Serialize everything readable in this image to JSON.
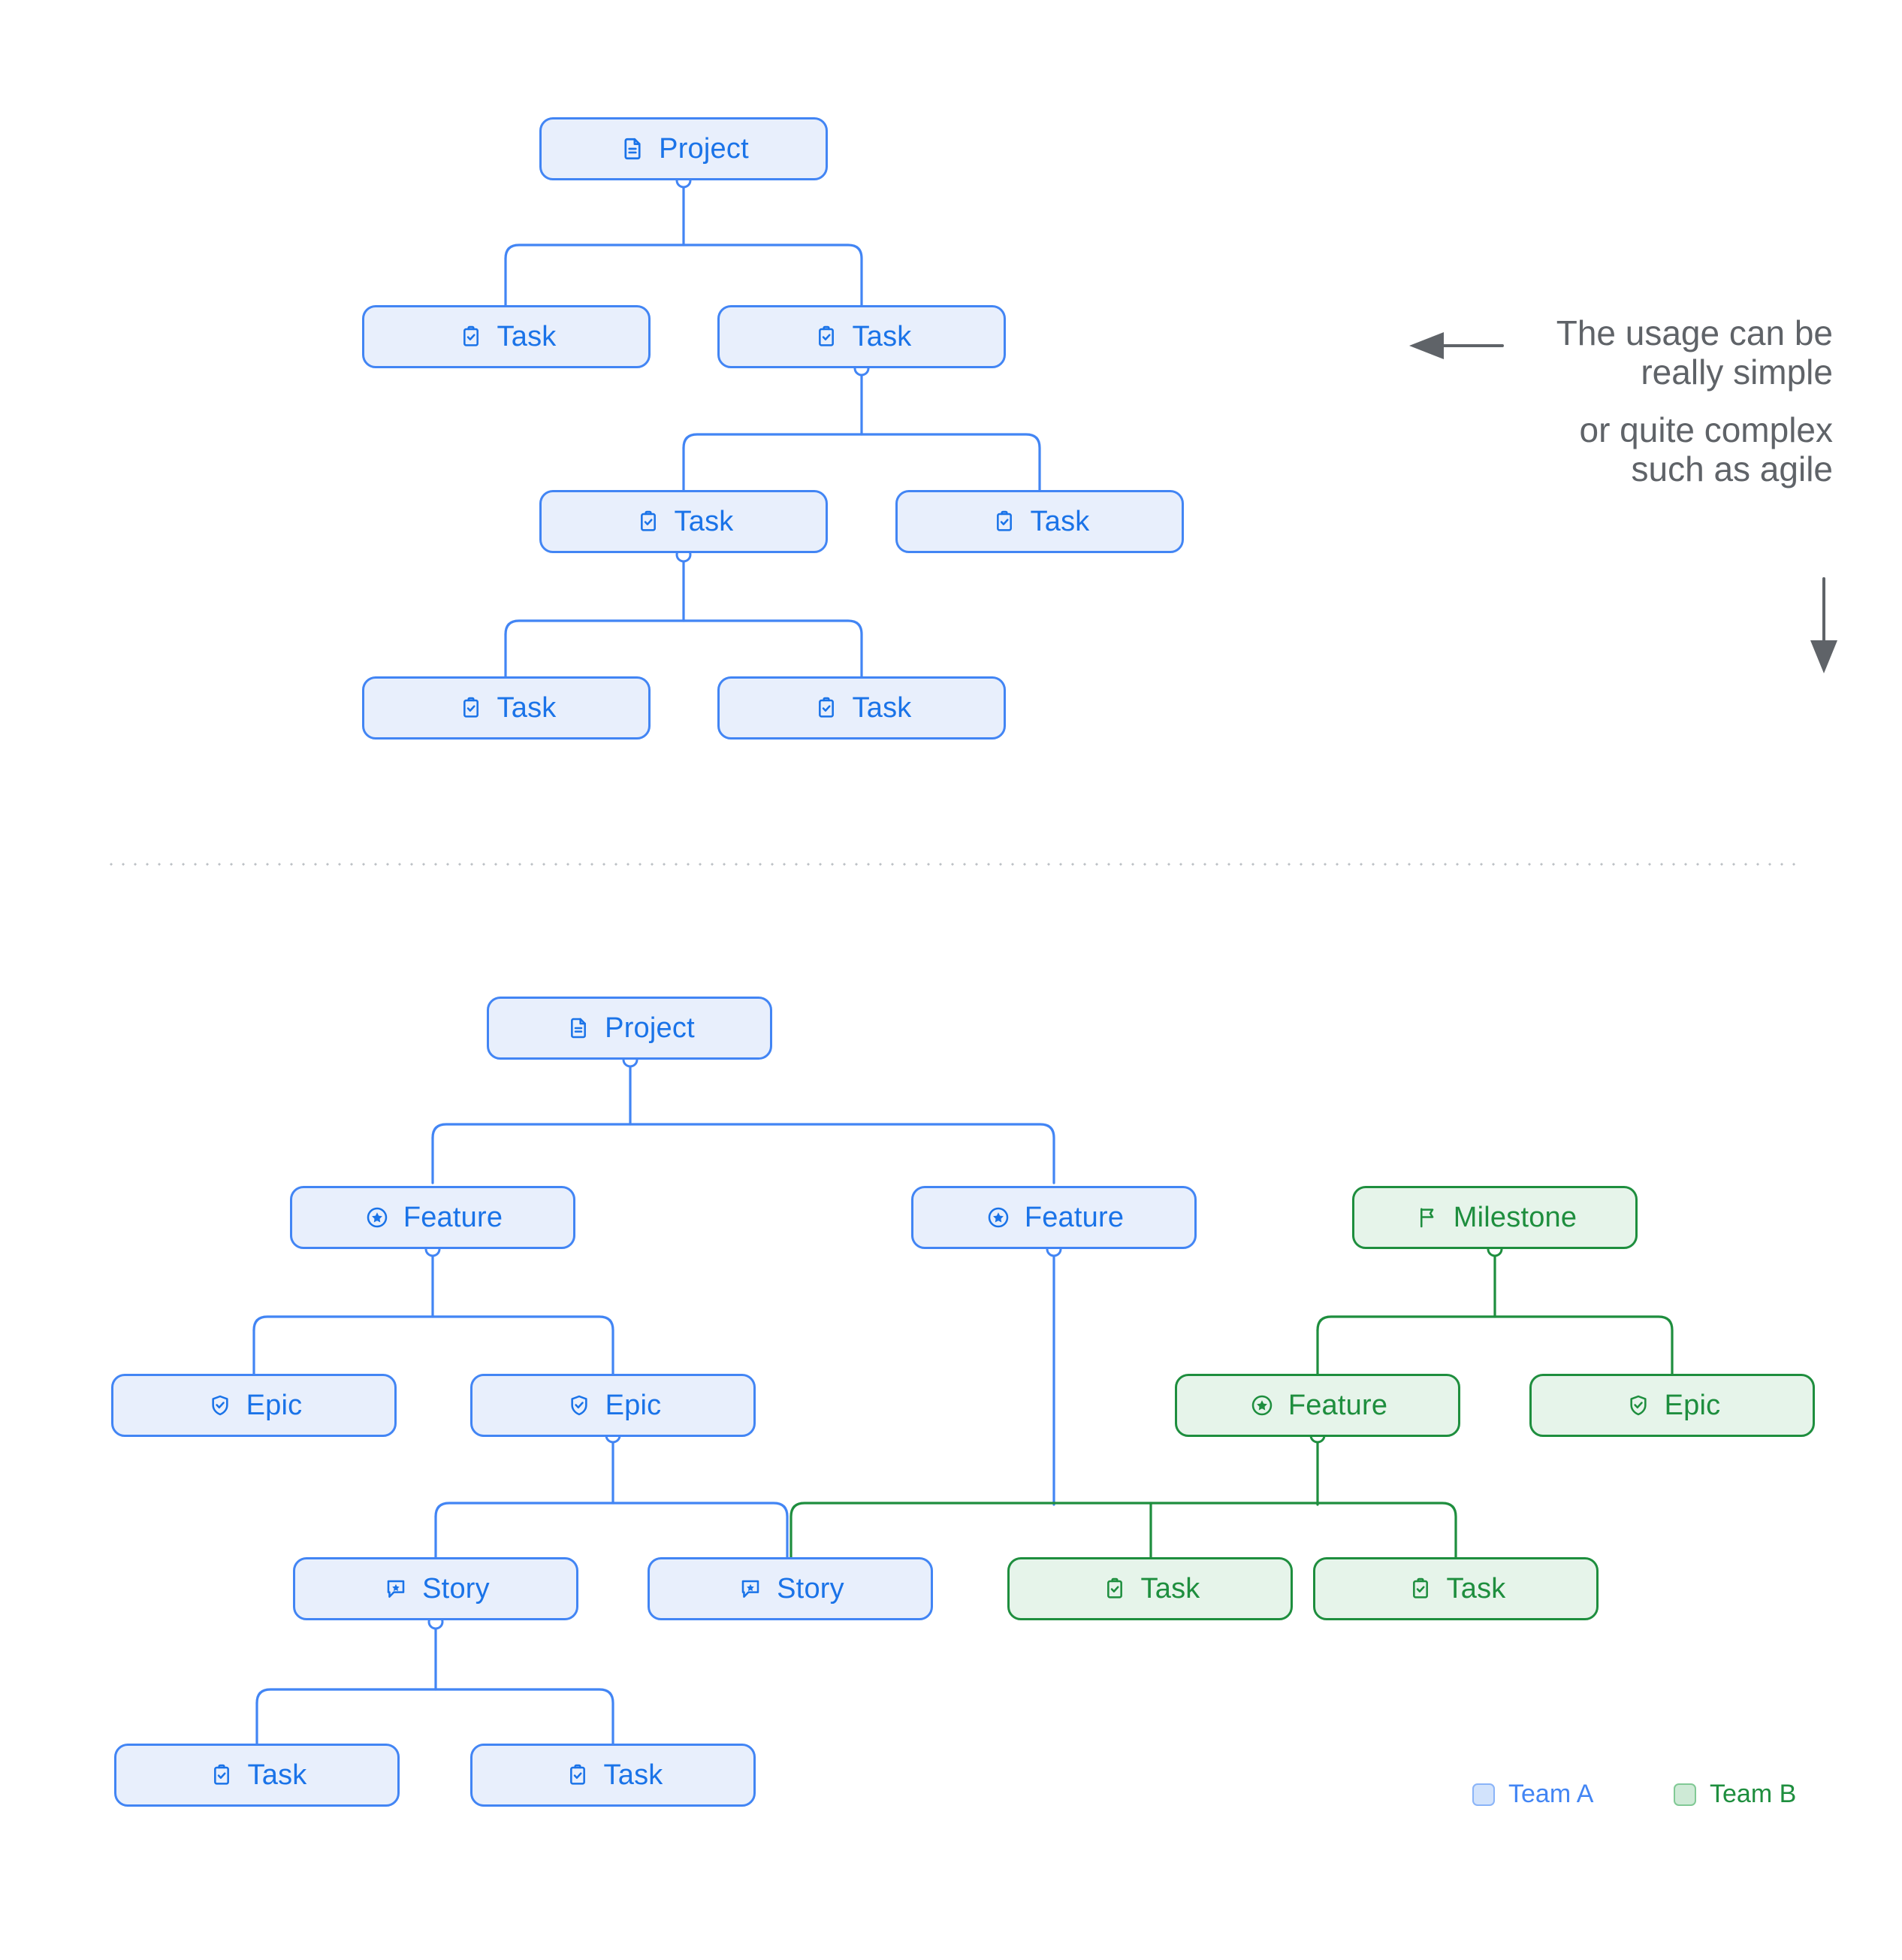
{
  "theme": {
    "blue_fill": "#e8effc",
    "blue_stroke": "#4285f4",
    "blue_text": "#1a73e8",
    "green_fill": "#e6f4ea",
    "green_stroke": "#1e8e3e",
    "green_text": "#1e8e3e",
    "annotation_text": "#5f6368",
    "divider": "#bdc1c6",
    "background": "#ffffff"
  },
  "diagram_top": {
    "nodes": [
      {
        "id": "t-project",
        "label": "Project",
        "icon": "document-icon",
        "team": "A"
      },
      {
        "id": "t-task-1",
        "label": "Task",
        "icon": "clipboard-check-icon",
        "team": "A"
      },
      {
        "id": "t-task-2",
        "label": "Task",
        "icon": "clipboard-check-icon",
        "team": "A"
      },
      {
        "id": "t-task-3",
        "label": "Task",
        "icon": "clipboard-check-icon",
        "team": "A"
      },
      {
        "id": "t-task-4",
        "label": "Task",
        "icon": "clipboard-check-icon",
        "team": "A"
      },
      {
        "id": "t-task-5",
        "label": "Task",
        "icon": "clipboard-check-icon",
        "team": "A"
      },
      {
        "id": "t-task-6",
        "label": "Task",
        "icon": "clipboard-check-icon",
        "team": "A"
      }
    ],
    "edges": [
      {
        "from": "t-project",
        "to": "t-task-1"
      },
      {
        "from": "t-project",
        "to": "t-task-2"
      },
      {
        "from": "t-task-2",
        "to": "t-task-3"
      },
      {
        "from": "t-task-2",
        "to": "t-task-4"
      },
      {
        "from": "t-task-3",
        "to": "t-task-5"
      },
      {
        "from": "t-task-3",
        "to": "t-task-6"
      }
    ]
  },
  "annotation": {
    "line_1": "The usage can be",
    "line_2": "really simple",
    "line_3": "or quite complex",
    "line_4": "such as agile",
    "left_arrow": "arrow-left-icon",
    "down_arrow": "arrow-down-icon"
  },
  "diagram_bottom": {
    "nodes": [
      {
        "id": "b-project",
        "label": "Project",
        "icon": "document-icon",
        "team": "A"
      },
      {
        "id": "b-feature-1",
        "label": "Feature",
        "icon": "star-circle-icon",
        "team": "A"
      },
      {
        "id": "b-feature-2",
        "label": "Feature",
        "icon": "star-circle-icon",
        "team": "A"
      },
      {
        "id": "b-milestone",
        "label": "Milestone",
        "icon": "flag-icon",
        "team": "B"
      },
      {
        "id": "b-epic-1",
        "label": "Epic",
        "icon": "shield-check-icon",
        "team": "A"
      },
      {
        "id": "b-epic-2",
        "label": "Epic",
        "icon": "shield-check-icon",
        "team": "A"
      },
      {
        "id": "b-feature-3",
        "label": "Feature",
        "icon": "star-circle-icon",
        "team": "B"
      },
      {
        "id": "b-epic-3",
        "label": "Epic",
        "icon": "shield-check-icon",
        "team": "B"
      },
      {
        "id": "b-story-1",
        "label": "Story",
        "icon": "chat-star-icon",
        "team": "A"
      },
      {
        "id": "b-story-2",
        "label": "Story",
        "icon": "chat-star-icon",
        "team": "A"
      },
      {
        "id": "b-task-1",
        "label": "Task",
        "icon": "clipboard-check-icon",
        "team": "B"
      },
      {
        "id": "b-task-2",
        "label": "Task",
        "icon": "clipboard-check-icon",
        "team": "B"
      },
      {
        "id": "b-task-3",
        "label": "Task",
        "icon": "clipboard-check-icon",
        "team": "A"
      },
      {
        "id": "b-task-4",
        "label": "Task",
        "icon": "clipboard-check-icon",
        "team": "A"
      }
    ],
    "edges": [
      {
        "from": "b-project",
        "to": "b-feature-1"
      },
      {
        "from": "b-project",
        "to": "b-feature-2"
      },
      {
        "from": "b-feature-1",
        "to": "b-epic-1"
      },
      {
        "from": "b-feature-1",
        "to": "b-epic-2"
      },
      {
        "from": "b-milestone",
        "to": "b-feature-3"
      },
      {
        "from": "b-milestone",
        "to": "b-epic-3"
      },
      {
        "from": "b-epic-2",
        "to": "b-story-1"
      },
      {
        "from": "b-epic-2",
        "to": "b-story-2"
      },
      {
        "from": "b-feature-2",
        "to": "b-task-1"
      },
      {
        "from": "b-feature-2",
        "to": "b-task-2"
      },
      {
        "from": "b-feature-3",
        "to": "b-task-1"
      },
      {
        "from": "b-feature-3",
        "to": "b-task-2"
      },
      {
        "from": "b-story-1",
        "to": "b-task-3"
      },
      {
        "from": "b-story-1",
        "to": "b-task-4"
      }
    ]
  },
  "legend": {
    "team_a": "Team A",
    "team_b": "Team B",
    "swatch_a": "swatch-blue",
    "swatch_b": "swatch-green"
  }
}
